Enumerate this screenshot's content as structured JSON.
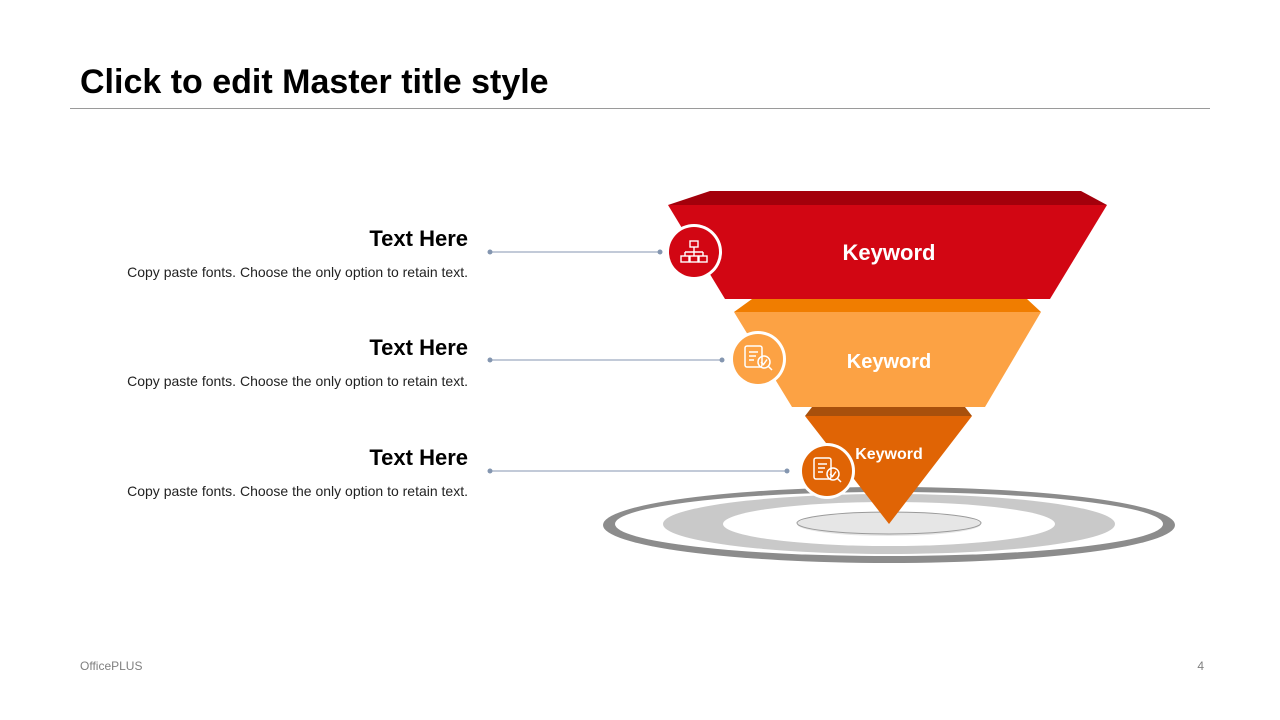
{
  "slide": {
    "title": "Click to edit Master title style",
    "footer_left": "OfficePLUS",
    "page_number": "4"
  },
  "items": [
    {
      "heading": "Text Here",
      "description": "Copy paste fonts. Choose the only option to retain text.",
      "keyword": "Keyword",
      "icon": "hierarchy-icon",
      "color": "#d20613"
    },
    {
      "heading": "Text Here",
      "description": "Copy paste fonts. Choose the only option to retain text.",
      "keyword": "Keyword",
      "icon": "document-search-icon",
      "color": "#fca244"
    },
    {
      "heading": "Text Here",
      "description": "Copy paste fonts. Choose the only option to retain text.",
      "keyword": "Keyword",
      "icon": "document-search-icon",
      "color": "#e06405"
    }
  ]
}
